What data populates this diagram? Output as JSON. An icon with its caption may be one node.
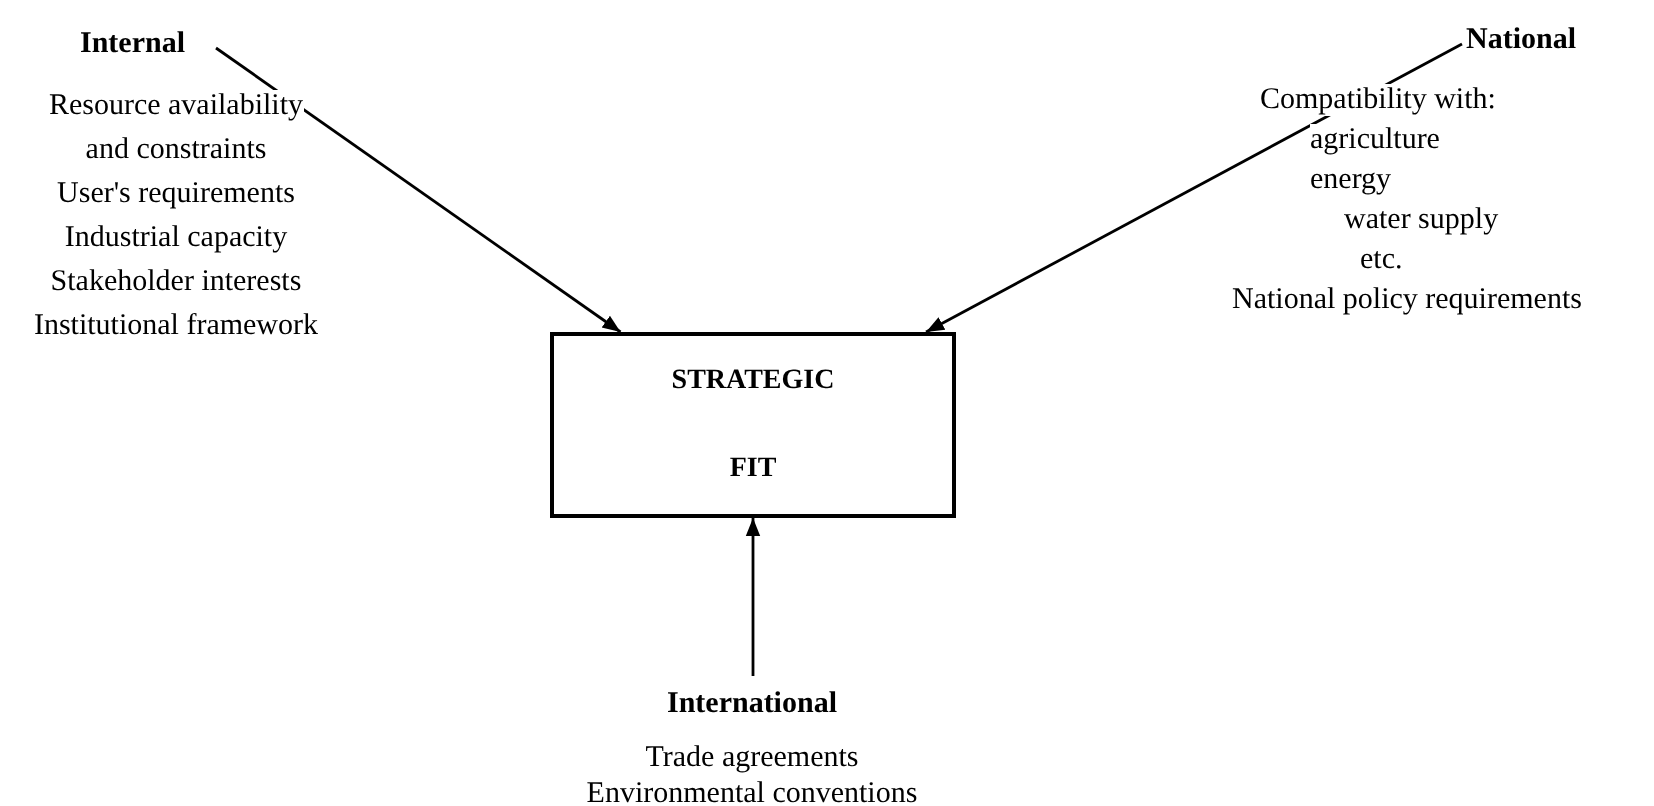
{
  "diagram": {
    "nodes": [
      {
        "text": [
          "STRATEGIC",
          "FIT"
        ]
      },
      {
        "text": [
          "Internal",
          "Resource availability and constraints",
          "User's requirements",
          "Industrial capacity",
          "Stakeholder interests",
          "Institutional framework"
        ]
      },
      {
        "text": [
          "National",
          "Compatibility with:",
          "agriculture",
          "energy",
          "water supply",
          "etc.",
          "National policy requirements"
        ]
      },
      {
        "text": [
          "International",
          "Trade agreements",
          "Environmental conventions"
        ]
      }
    ],
    "edges": [
      {
        "from": 1,
        "to": 0,
        "arrow": "to"
      },
      {
        "from": 2,
        "to": 0,
        "arrow": "to"
      },
      {
        "from": 3,
        "to": 0,
        "arrow": "to"
      }
    ]
  }
}
